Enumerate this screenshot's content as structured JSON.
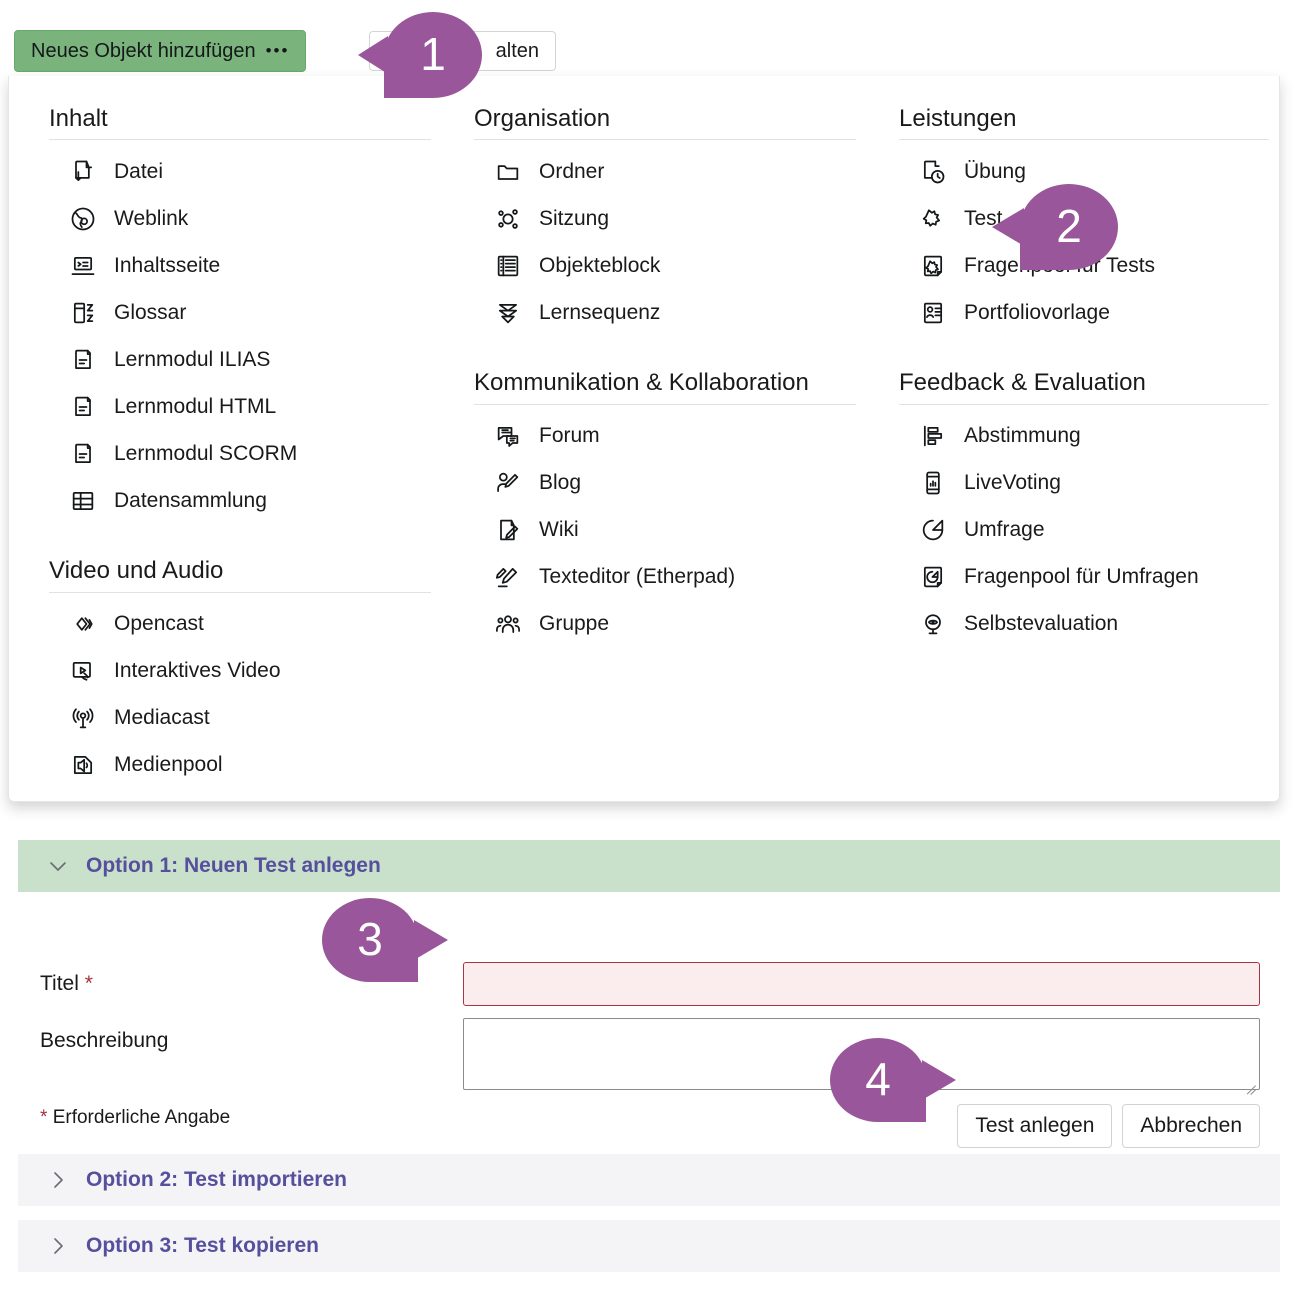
{
  "toolbar": {
    "add_object_button": "Neues Objekt hinzufügen",
    "add_object_dots": "•••",
    "manage_button": "alten"
  },
  "dropdown": {
    "columns": [
      {
        "sections": [
          {
            "title": "Inhalt",
            "items": [
              {
                "label": "Datei",
                "icon": "file-download-icon"
              },
              {
                "label": "Weblink",
                "icon": "globe-icon"
              },
              {
                "label": "Inhaltsseite",
                "icon": "content-page-icon"
              },
              {
                "label": "Glossar",
                "icon": "glossary-az-icon"
              },
              {
                "label": "Lernmodul ILIAS",
                "icon": "learning-module-icon"
              },
              {
                "label": "Lernmodul HTML",
                "icon": "learning-module-icon"
              },
              {
                "label": "Lernmodul SCORM",
                "icon": "learning-module-icon"
              },
              {
                "label": "Datensammlung",
                "icon": "table-icon"
              }
            ]
          },
          {
            "title": "Video und Audio",
            "items": [
              {
                "label": "Opencast",
                "icon": "opencast-diamond-icon"
              },
              {
                "label": "Interaktives Video",
                "icon": "interactive-video-icon"
              },
              {
                "label": "Mediacast",
                "icon": "broadcast-icon"
              },
              {
                "label": "Medienpool",
                "icon": "speaker-icon"
              }
            ]
          }
        ]
      },
      {
        "sections": [
          {
            "title": "Organisation",
            "items": [
              {
                "label": "Ordner",
                "icon": "folder-icon"
              },
              {
                "label": "Sitzung",
                "icon": "session-nodes-icon"
              },
              {
                "label": "Objekteblock",
                "icon": "object-block-icon"
              },
              {
                "label": "Lernsequenz",
                "icon": "learning-sequence-icon"
              }
            ]
          },
          {
            "title": "Kommunikation & Kollaboration",
            "items": [
              {
                "label": "Forum",
                "icon": "forum-chat-icon"
              },
              {
                "label": "Blog",
                "icon": "blog-person-pen-icon"
              },
              {
                "label": "Wiki",
                "icon": "wiki-page-pen-icon"
              },
              {
                "label": "Texteditor (Etherpad)",
                "icon": "etherpad-pen-icon"
              },
              {
                "label": "Gruppe",
                "icon": "group-people-icon"
              }
            ]
          }
        ]
      },
      {
        "sections": [
          {
            "title": "Leistungen",
            "items": [
              {
                "label": "Übung",
                "icon": "exercise-clock-icon"
              },
              {
                "label": "Test",
                "icon": "test-puzzle-icon"
              },
              {
                "label": "Fragenpool für Tests",
                "icon": "question-pool-icon"
              },
              {
                "label": "Portfoliovorlage",
                "icon": "portfolio-template-icon"
              }
            ]
          },
          {
            "title": "Feedback & Evaluation",
            "items": [
              {
                "label": "Abstimmung",
                "icon": "poll-bars-icon"
              },
              {
                "label": "LiveVoting",
                "icon": "livevoting-phone-icon"
              },
              {
                "label": "Umfrage",
                "icon": "survey-pie-icon"
              },
              {
                "label": "Fragenpool für Umfragen",
                "icon": "survey-pool-icon"
              },
              {
                "label": "Selbstevaluation",
                "icon": "self-evaluation-eye-icon"
              }
            ]
          }
        ]
      }
    ]
  },
  "form": {
    "option1_header": "Option 1: Neuen Test anlegen",
    "option2_header": "Option 2: Test importieren",
    "option3_header": "Option 3: Test kopieren",
    "title_label": "Titel",
    "title_required_mark": "*",
    "title_value": "",
    "description_label": "Beschreibung",
    "description_value": "",
    "required_note_mark": "*",
    "required_note": "Erforderliche Angabe",
    "submit_button": "Test anlegen",
    "cancel_button": "Abbrechen"
  },
  "markers": {
    "m1": "1",
    "m2": "2",
    "m3": "3",
    "m4": "4"
  },
  "colors": {
    "accent_green": "#7ab47c",
    "panel_green": "#c9e1ca",
    "marker_purple": "#99569a",
    "heading_purple": "#564f9e",
    "error_border": "#a7363e",
    "error_bg": "#fbeced",
    "closed_panel_bg": "#f4f3f6"
  }
}
